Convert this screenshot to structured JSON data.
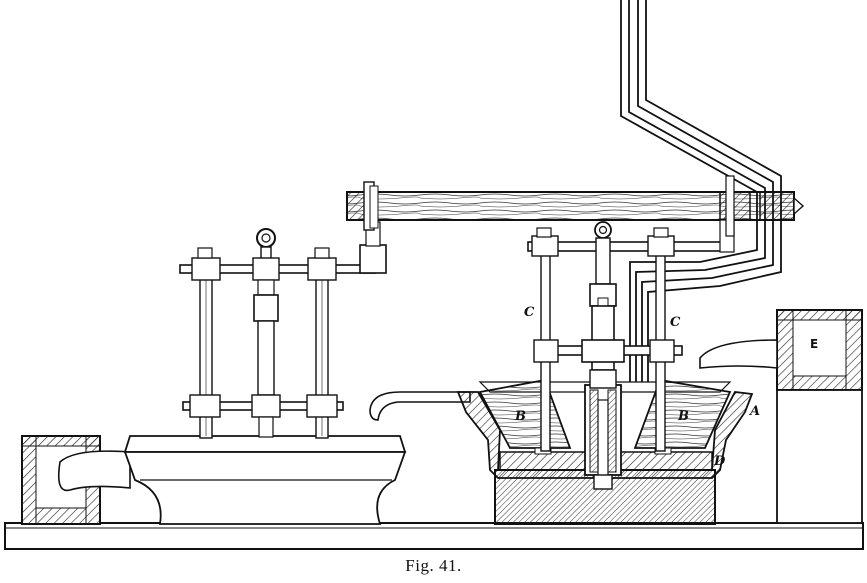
{
  "caption": "Fig. 41.",
  "labels": {
    "A": "A",
    "B_left": "B",
    "B_right": "B",
    "C_left": "C",
    "C_right": "C",
    "D": "D",
    "E": "E"
  }
}
